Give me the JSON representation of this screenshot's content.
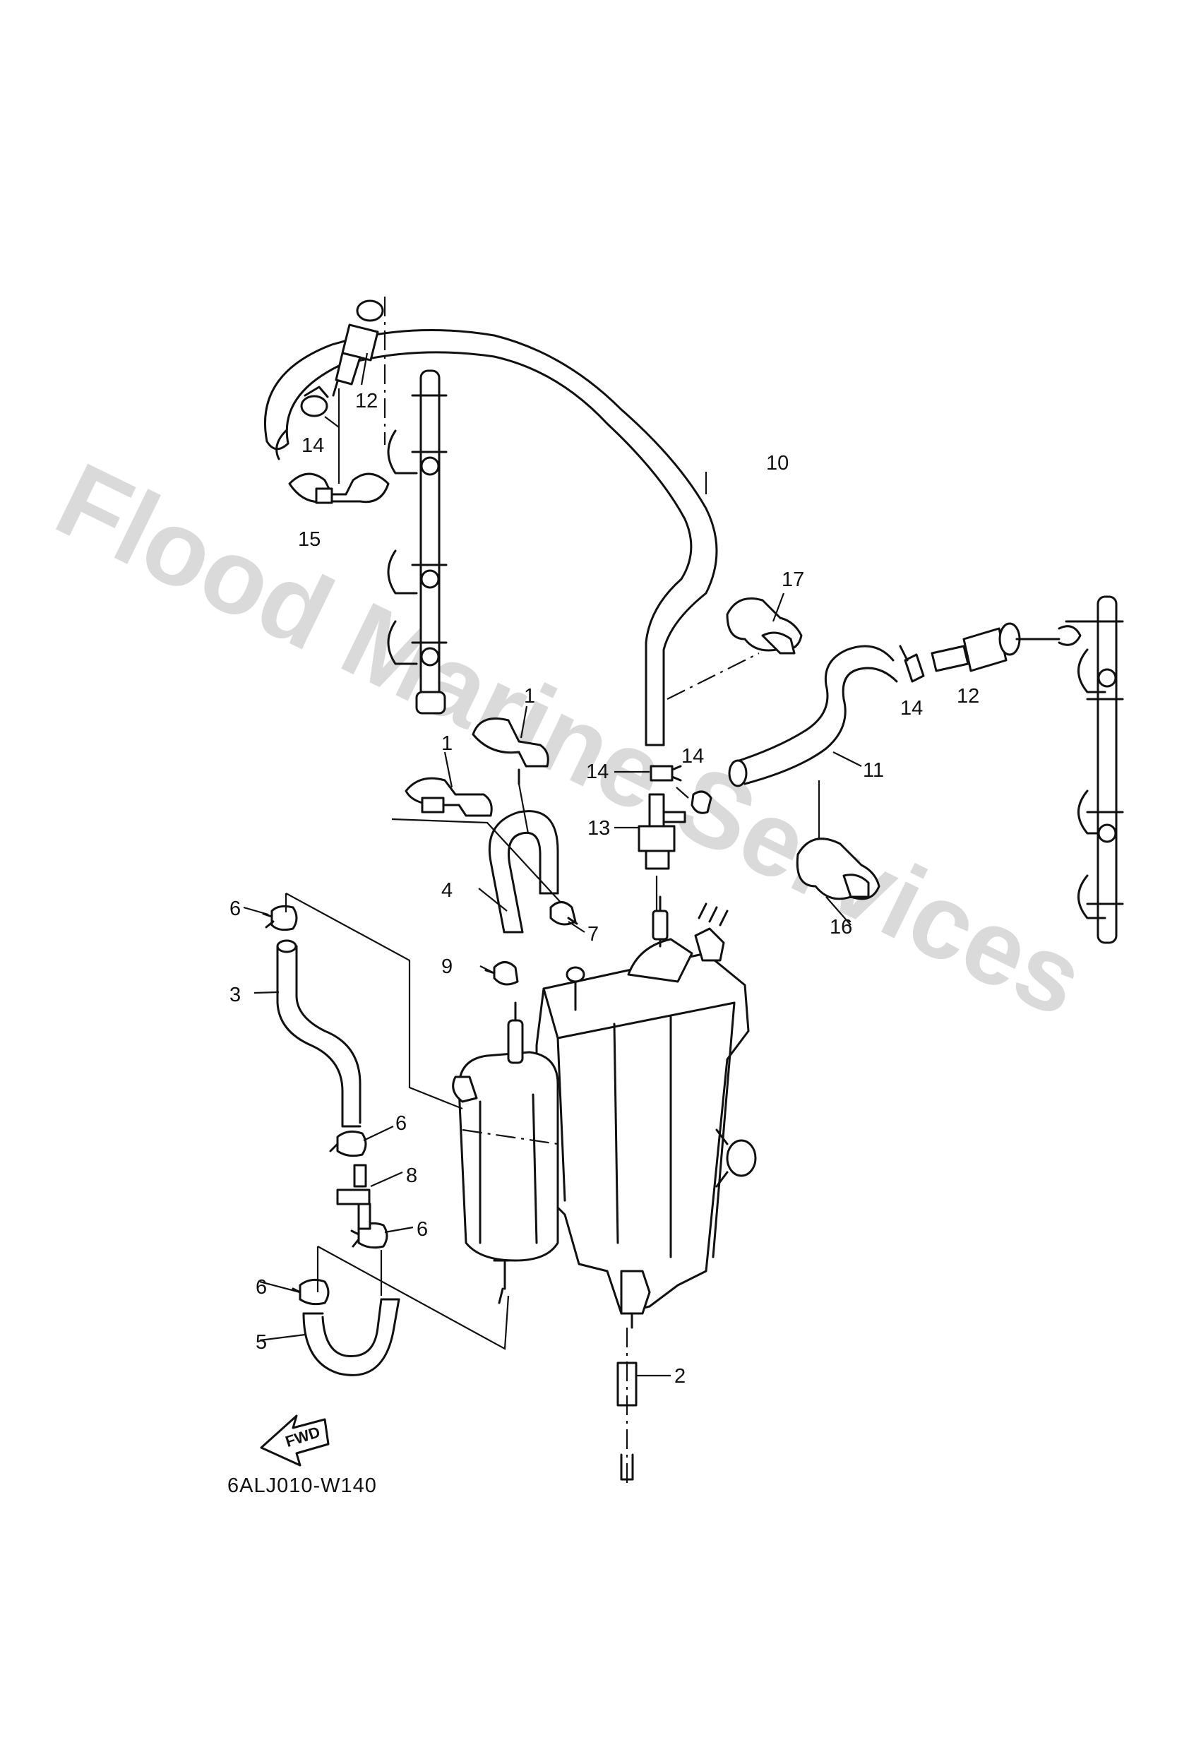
{
  "watermark": "Flood Marine Services",
  "diagram_code": "6ALJ010-W140",
  "fwd_label": "FWD",
  "callouts": {
    "c1a": "1",
    "c1b": "1",
    "c2": "2",
    "c3": "3",
    "c4": "4",
    "c5": "5",
    "c6a": "6",
    "c6b": "6",
    "c6c": "6",
    "c6d": "6",
    "c7": "7",
    "c8": "8",
    "c9": "9",
    "c10": "10",
    "c11": "11",
    "c12a": "12",
    "c12b": "12",
    "c13": "13",
    "c14a": "14",
    "c14b": "14",
    "c14c": "14",
    "c14d": "14",
    "c15": "15",
    "c16": "16",
    "c17": "17"
  }
}
